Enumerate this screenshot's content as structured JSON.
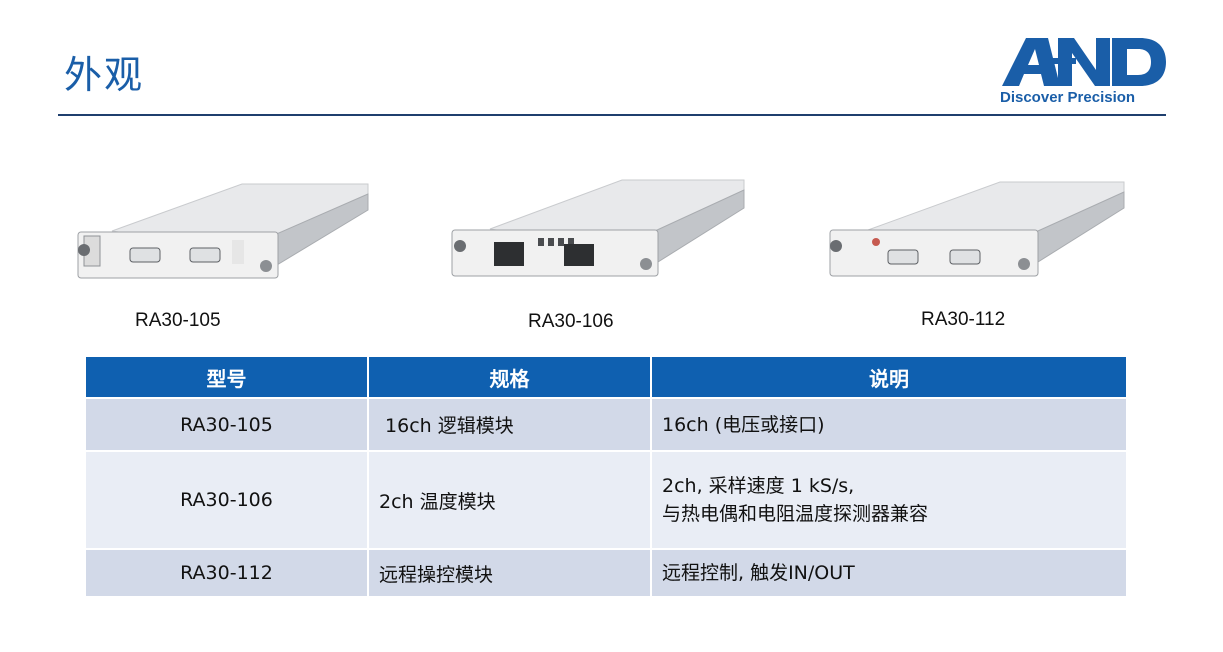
{
  "page": {
    "title": "外观"
  },
  "logo": {
    "brand": "A&D",
    "tagline": "Discover Precision",
    "color": "#1a5ea8"
  },
  "modules": [
    {
      "caption": "RA30-105"
    },
    {
      "caption": "RA30-106"
    },
    {
      "caption": "RA30-112"
    }
  ],
  "table": {
    "headers": [
      "型号",
      "规格",
      "说明"
    ],
    "rows": [
      {
        "model": "RA30-105",
        "spec": " 16ch 逻辑模块",
        "desc": [
          "16ch (电压或接口)"
        ]
      },
      {
        "model": "RA30-106",
        "spec": "2ch 温度模块",
        "desc": [
          "2ch, 采样速度 1 kS/s,",
          "与热电偶和电阻温度探测器兼容"
        ]
      },
      {
        "model": "RA30-112",
        "spec": "远程操控模块",
        "desc": [
          "远程控制, 触发IN/OUT"
        ]
      }
    ],
    "header_color": "#0f60b0",
    "row_colors": [
      "#d2d9e8",
      "#e9edf5"
    ]
  }
}
